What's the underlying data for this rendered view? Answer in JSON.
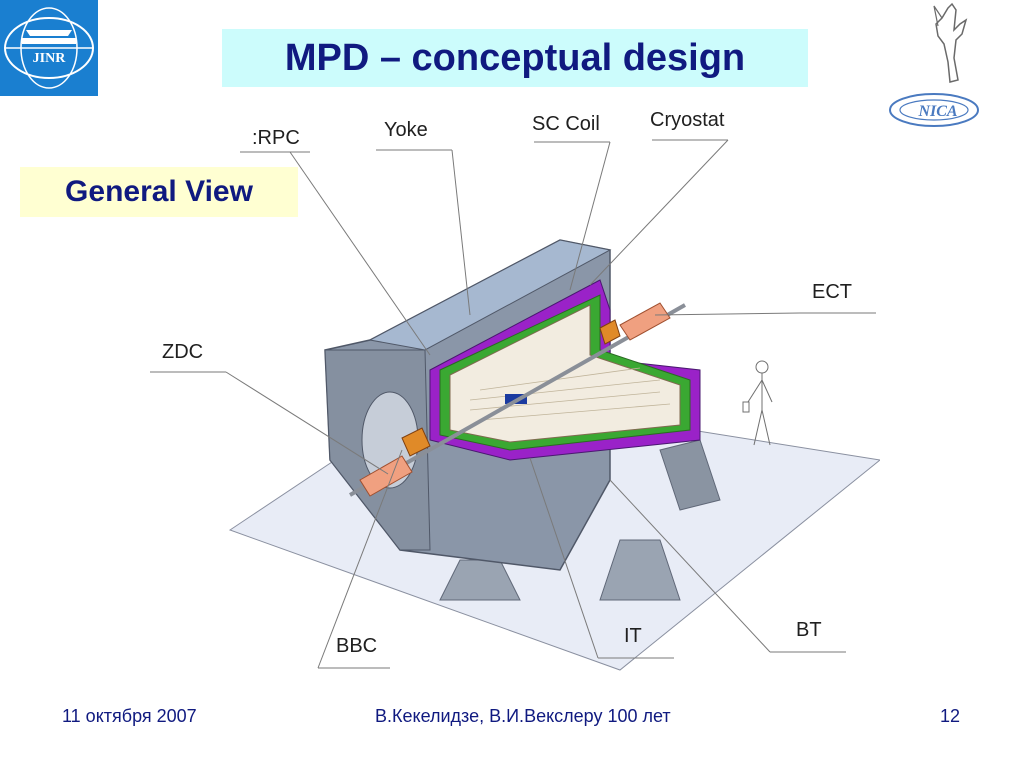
{
  "header": {
    "title": "MPD – conceptual design",
    "subtitle": "General View",
    "logo_left_text": "JINR",
    "logo_right_text": "NICA"
  },
  "diagram": {
    "labels": {
      "tof": ":RPC",
      "yoke": "Yoke",
      "sc_coil": "SC Coil",
      "cryostat": "Cryostat",
      "ect": "ECT",
      "zdc": "ZDC",
      "bbc": "BBC",
      "it": "IT",
      "bt": "BT"
    }
  },
  "footer": {
    "date": "11 октября 2007",
    "author": "В.Кекелидзе,   В.И.Векслеру 100 лет",
    "page": "12"
  },
  "colors": {
    "title_bg": "#ccfcfc",
    "subtitle_bg": "#ffffd2",
    "text_dark_blue": "#101a80",
    "yoke_gray": "#8a96a8",
    "coil_purple": "#9a22c8",
    "cryostat_green": "#3aa832",
    "ect_pink": "#f0a080"
  }
}
